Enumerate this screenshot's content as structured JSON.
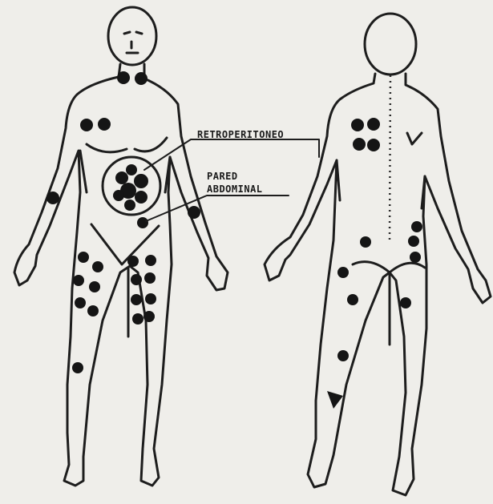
{
  "labels": {
    "retroperitoneo": "RETROPERITONEO",
    "pared_line1": "PARED",
    "pared_line2": "ABDOMINAL"
  },
  "figures": [
    {
      "view": "anterior",
      "mark_color": "#151515"
    },
    {
      "view": "posterior",
      "mark_color": "#151515"
    }
  ]
}
